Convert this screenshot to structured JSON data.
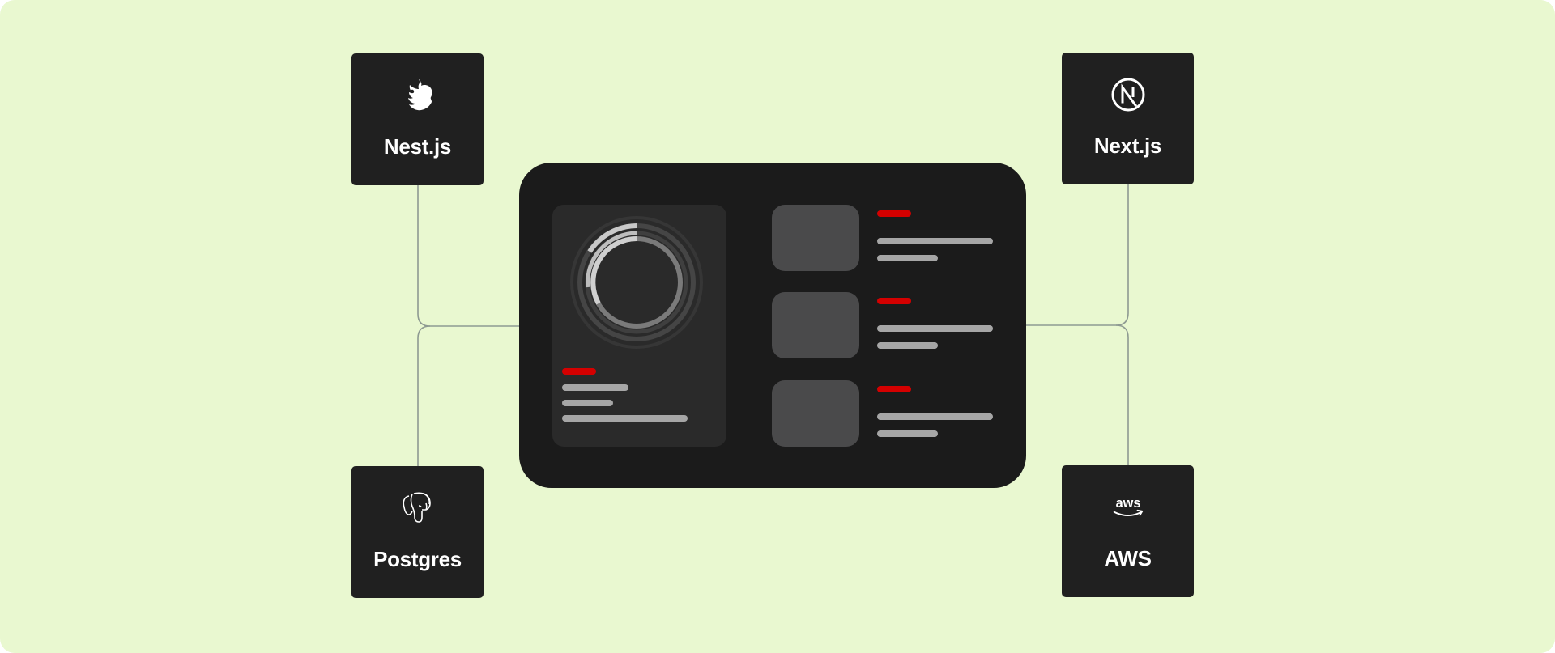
{
  "diagram": {
    "nodes": [
      {
        "id": "nest",
        "label": "Nest.js",
        "icon": "nestjs-icon"
      },
      {
        "id": "next",
        "label": "Next.js",
        "icon": "nextjs-icon"
      },
      {
        "id": "postgres",
        "label": "Postgres",
        "icon": "postgres-icon"
      },
      {
        "id": "aws",
        "label": "AWS",
        "icon": "aws-icon",
        "icon_text": "aws"
      }
    ],
    "center": {
      "kind": "dashboard-mockup"
    },
    "edges": [
      {
        "from": "nest",
        "to": "center"
      },
      {
        "from": "postgres",
        "to": "center"
      },
      {
        "from": "next",
        "to": "center"
      },
      {
        "from": "aws",
        "to": "center"
      }
    ]
  },
  "colors": {
    "background": "#e9f8d0",
    "card": "#202020",
    "dashboard": "#1b1b1b",
    "accent": "#d40000",
    "connector": "#8e9a92"
  }
}
